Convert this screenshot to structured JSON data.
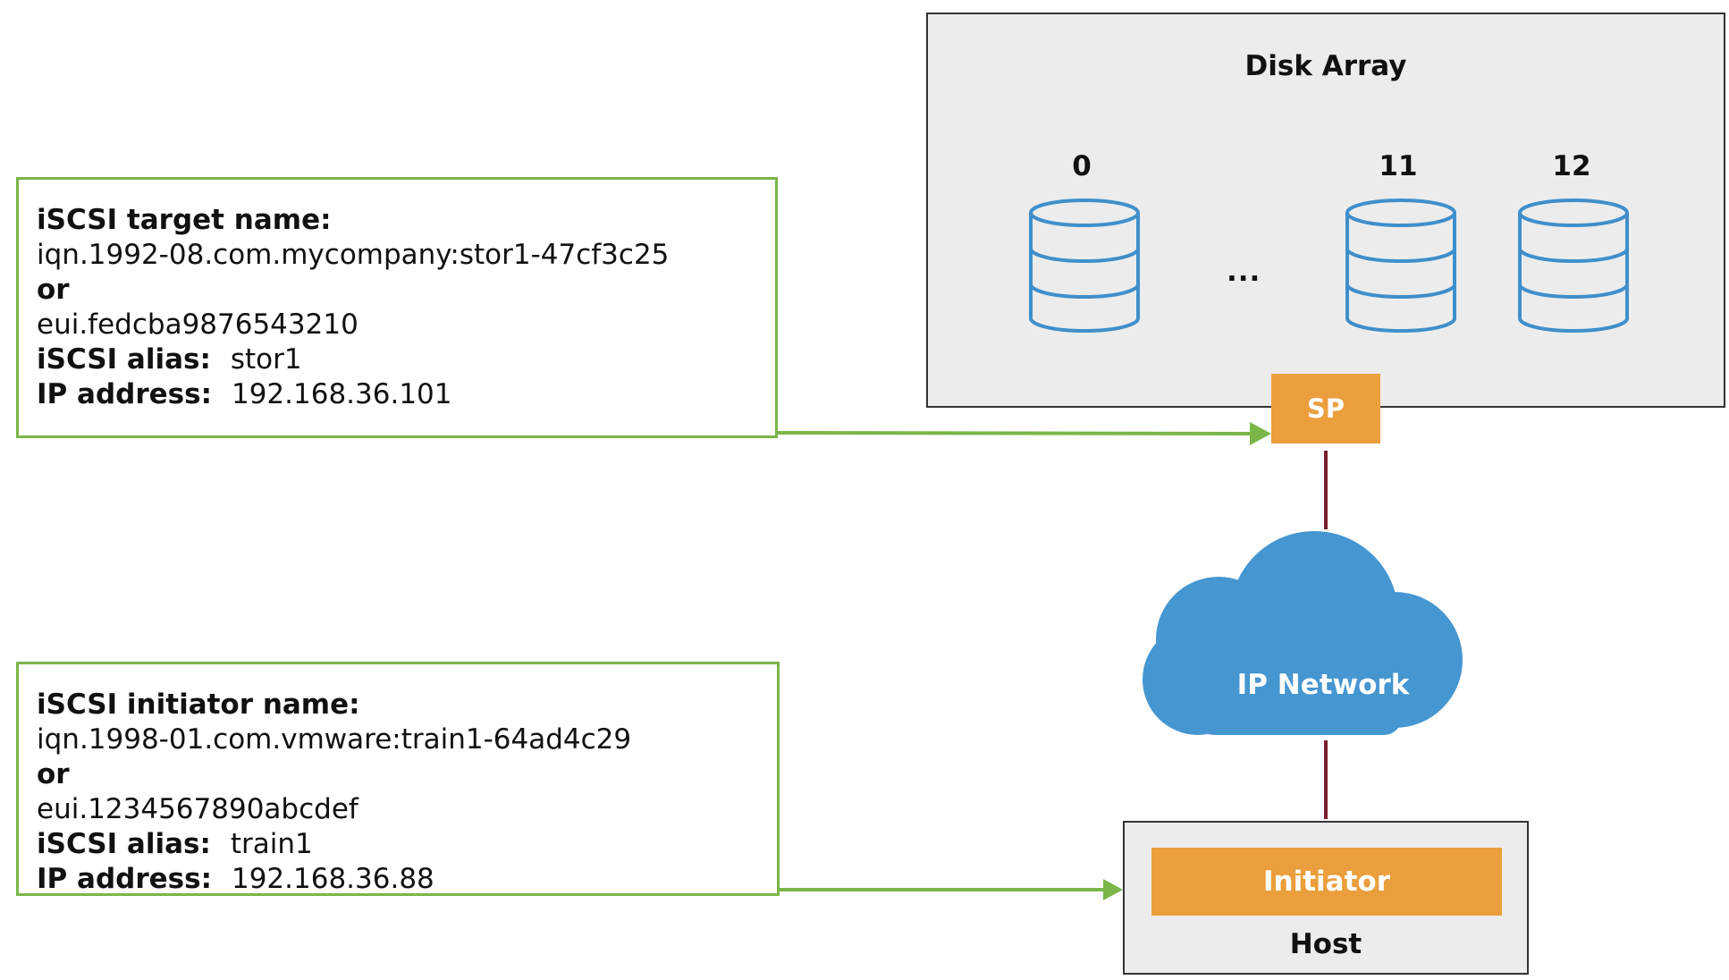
{
  "target_box": {
    "name_label": "iSCSI target name:",
    "iqn": "iqn.1992-08.com.mycompany:stor1-47cf3c25",
    "or": "or",
    "eui": "eui.fedcba9876543210",
    "alias_label": "iSCSI alias:",
    "alias_value": "stor1",
    "ip_label": "IP address:",
    "ip_value": "192.168.36.101"
  },
  "initiator_box": {
    "name_label": "iSCSI initiator name:",
    "iqn": "iqn.1998-01.com.vmware:train1-64ad4c29",
    "or": "or",
    "eui": "eui.1234567890abcdef",
    "alias_label": "iSCSI alias:",
    "alias_value": "train1",
    "ip_label": "IP address:",
    "ip_value": "192.168.36.88"
  },
  "disk_array": {
    "title": "Disk Array",
    "disks": [
      "0",
      "11",
      "12"
    ],
    "ellipsis": "..."
  },
  "sp_label": "SP",
  "network_label": "IP Network",
  "host": {
    "initiator_label": "Initiator",
    "host_label": "Host"
  },
  "colors": {
    "green_border": "#7ab648",
    "orange": "#eb9e3c",
    "cloud_blue": "#4596d1",
    "disk_stroke": "#3f8fcb",
    "link_maroon": "#7a1d2e",
    "panel_gray": "#ececec"
  },
  "icons": [
    "database-icon",
    "cloud-icon",
    "arrow-right-icon"
  ]
}
